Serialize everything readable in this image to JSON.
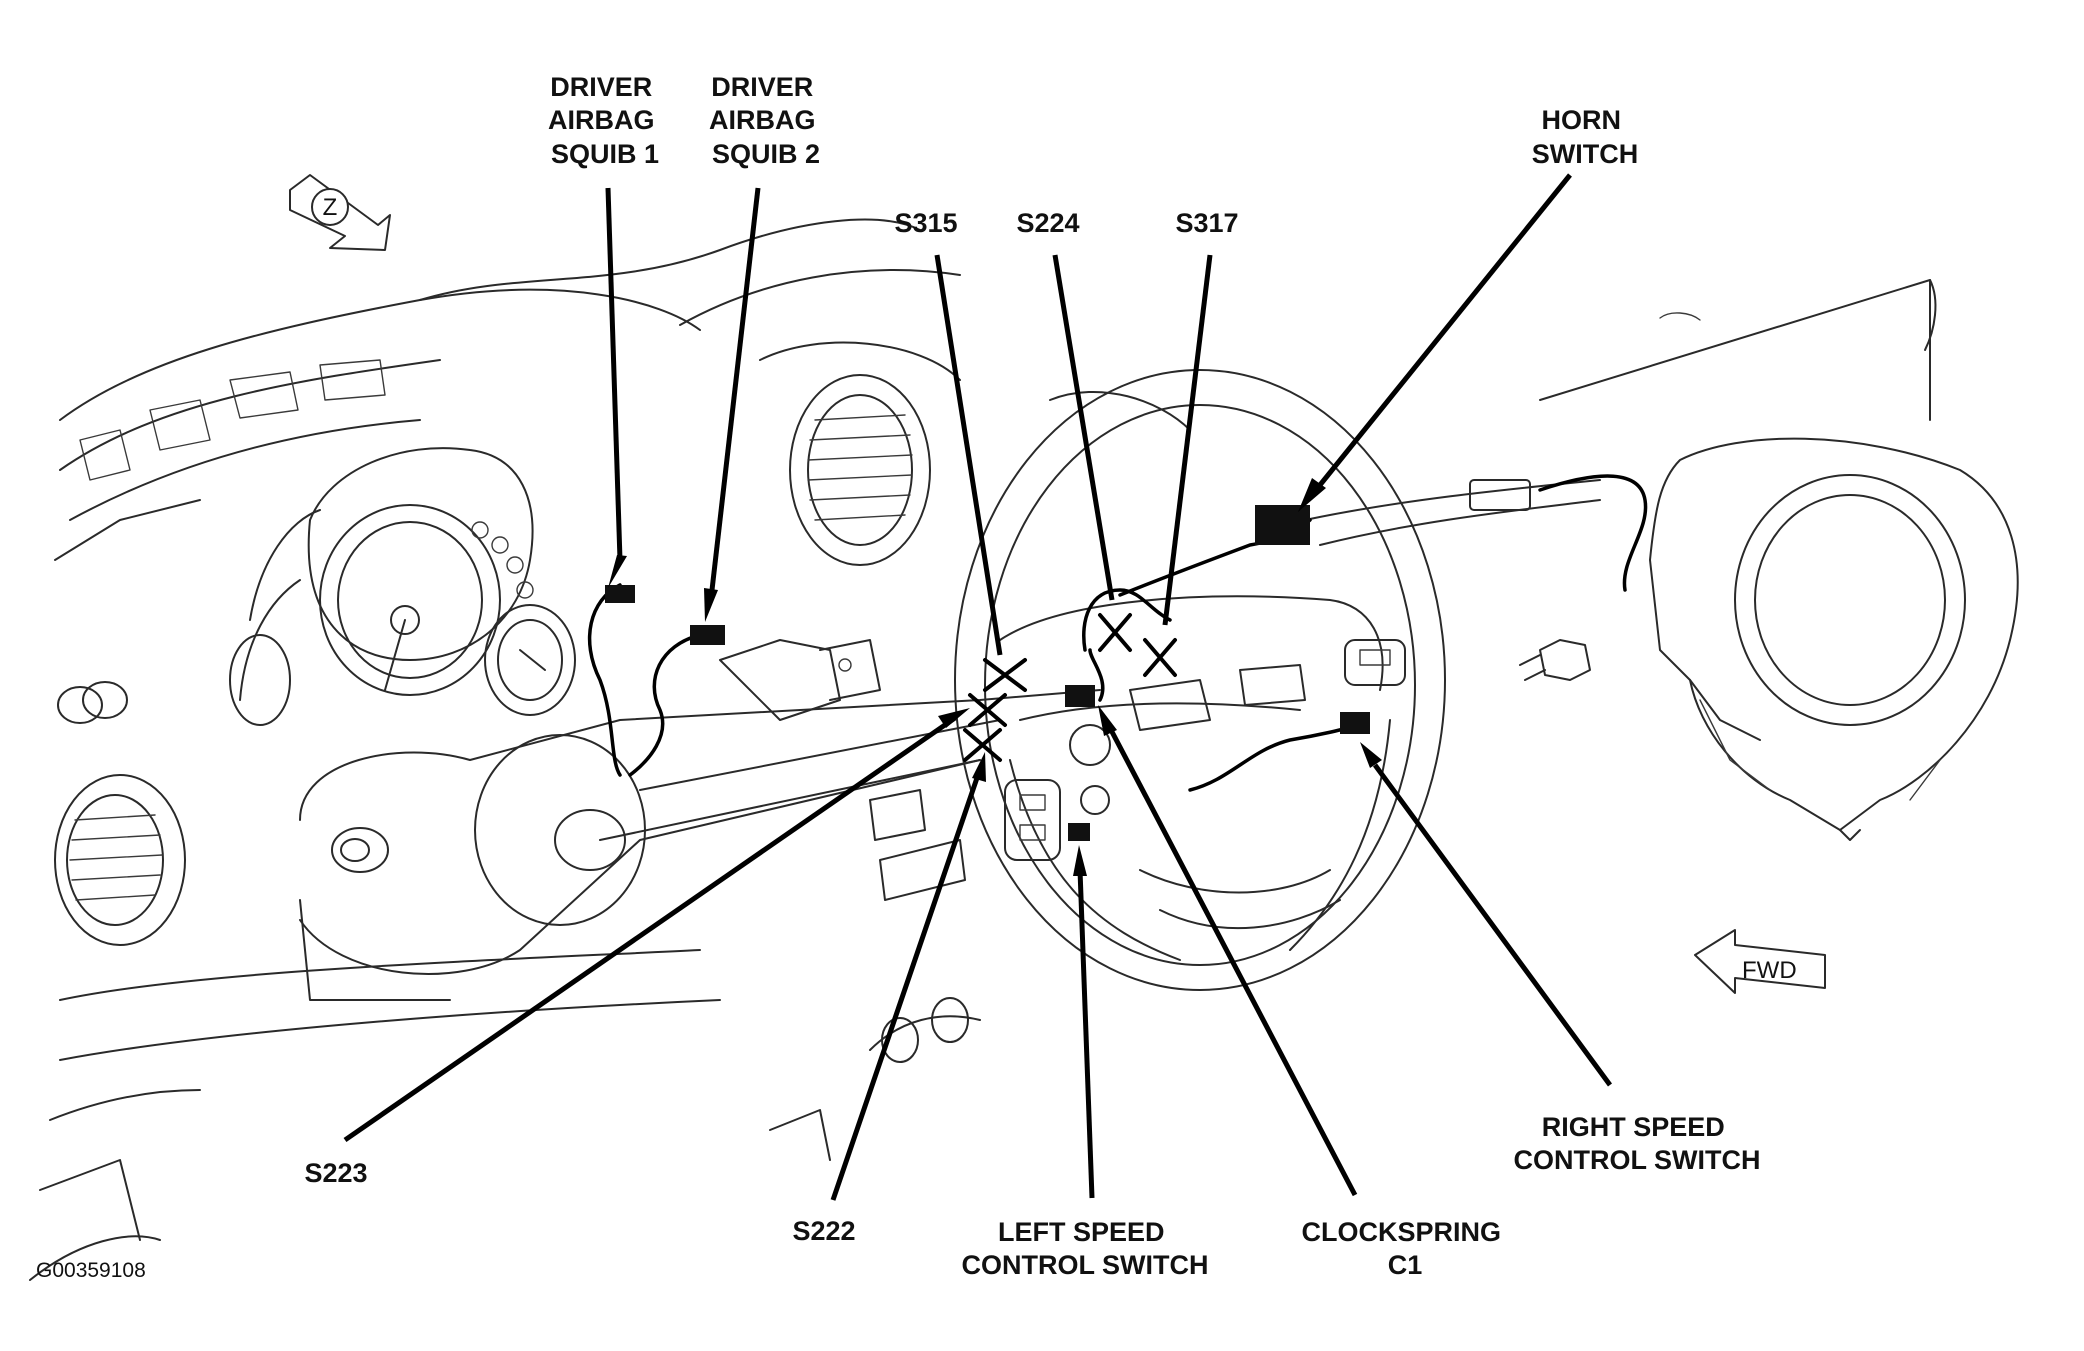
{
  "labels": {
    "driver_airbag_squib_1": [
      "DRIVER",
      "AIRBAG",
      "SQUIB 1"
    ],
    "driver_airbag_squib_2": [
      "DRIVER",
      "AIRBAG",
      "SQUIB 2"
    ],
    "horn_switch": [
      "HORN",
      "SWITCH"
    ],
    "s315": "S315",
    "s224": "S224",
    "s317": "S317",
    "s223": "S223",
    "s222": "S222",
    "left_speed_control_switch": [
      "LEFT SPEED",
      "CONTROL SWITCH"
    ],
    "clockspring_c1": [
      "CLOCKSPRING",
      "C1"
    ],
    "right_speed_control_switch": [
      "RIGHT SPEED",
      "CONTROL SWITCH"
    ]
  },
  "figure_id": "G00359108",
  "indicators": {
    "view_letter": "Z",
    "forward": "FWD"
  }
}
